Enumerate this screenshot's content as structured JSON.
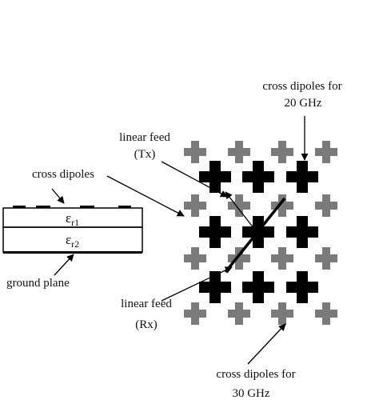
{
  "labels": {
    "cross_dipoles_20_line1": "cross dipoles for",
    "cross_dipoles_20_line2": "20 GHz",
    "linear_feed_tx_line1": "linear feed",
    "linear_feed_tx_line2": "(Tx)",
    "cross_dipoles": "cross dipoles",
    "ground_plane": "ground plane",
    "linear_feed_rx_line1": "linear feed",
    "linear_feed_rx_line2": "(Rx)",
    "cross_dipoles_30_line1": "cross dipoles for",
    "cross_dipoles_30_line2": "30 GHz"
  },
  "layers": [
    {
      "symbol": "ε",
      "subscript": "r1"
    },
    {
      "symbol": "ε",
      "subscript": "r2"
    }
  ],
  "colors": {
    "dipole_20ghz": "#000000",
    "dipole_30ghz": "#7a7a7a",
    "line": "#000000"
  }
}
